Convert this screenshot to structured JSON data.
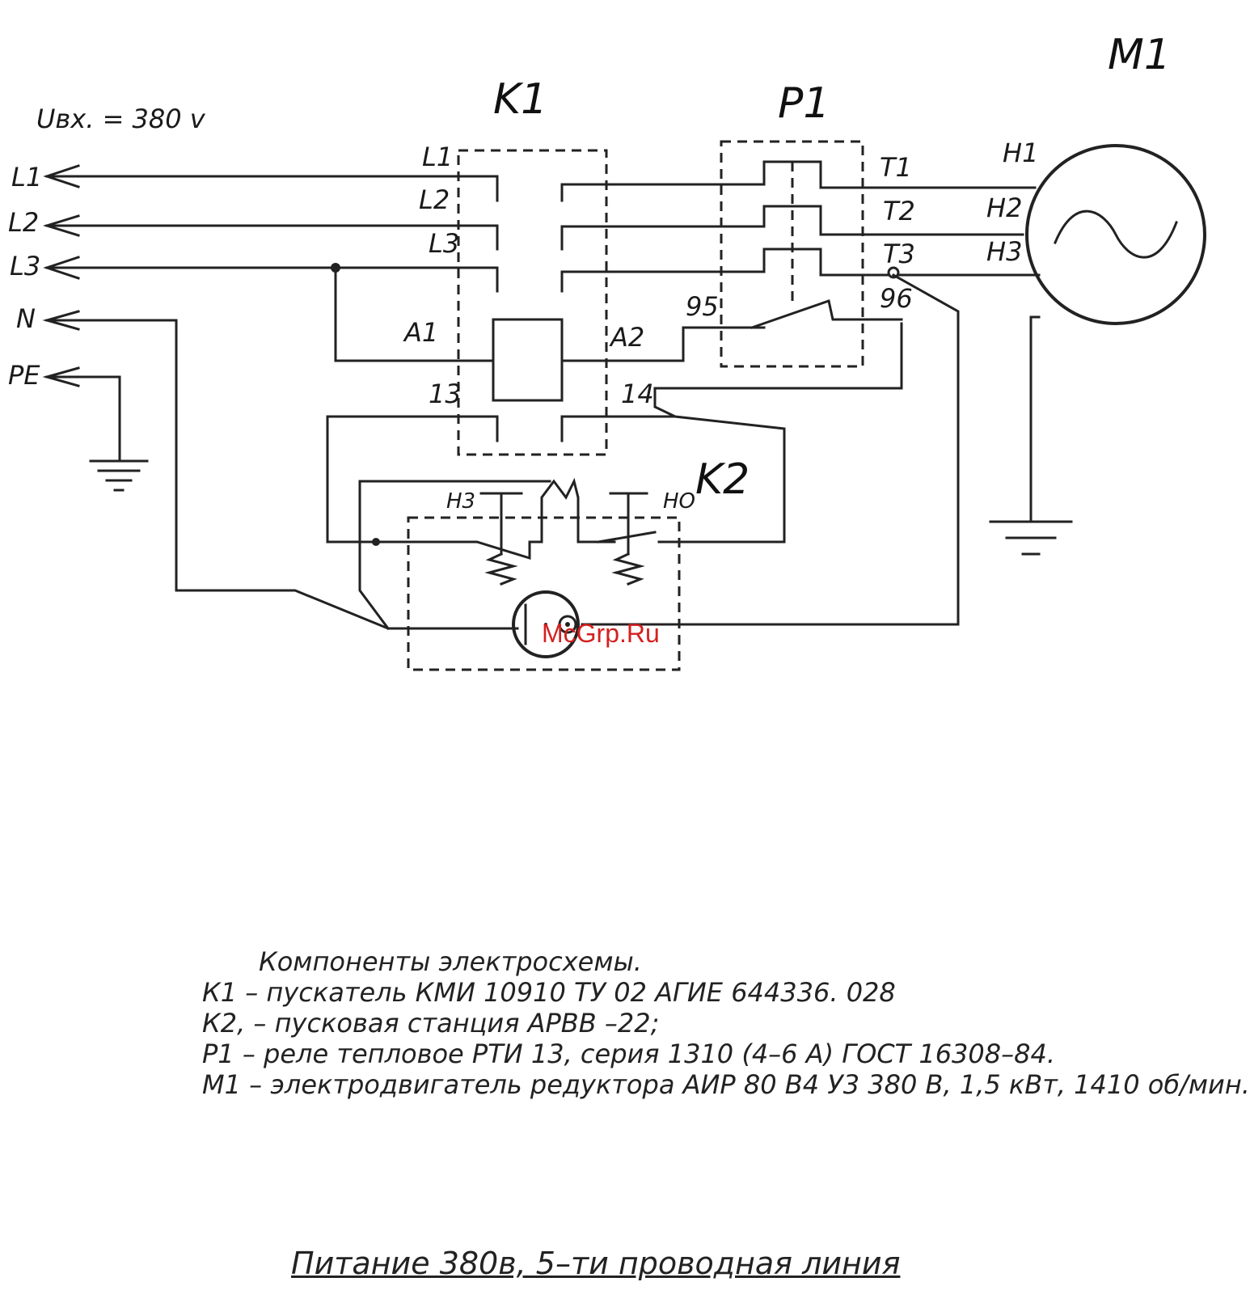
{
  "diagram": {
    "input_voltage": "Uвх. = 380 v",
    "terminals": {
      "l1": "L1",
      "l2": "L2",
      "l3": "L3",
      "n": "N",
      "pe": "PE"
    },
    "k1": {
      "title": "K1",
      "l1": "L1",
      "l2": "L2",
      "l3": "L3",
      "a1": "A1",
      "a2": "A2",
      "c13": "13",
      "c14": "14"
    },
    "p1": {
      "title": "P1",
      "t1": "T1",
      "t2": "T2",
      "t3": "T3",
      "c95": "95",
      "c96": "96"
    },
    "m1": {
      "title": "M1",
      "h1": "H1",
      "h2": "H2",
      "h3": "H3"
    },
    "k2": {
      "title": "K2",
      "nc": "H3",
      "no": "HO"
    }
  },
  "legend": {
    "heading": "Компоненты электросхемы.",
    "items": [
      "К1 – пускатель  КМИ 10910  ТУ 02 АГИЕ 644336. 028",
      "К2,  – пусковая станция АРВВ –22;",
      "Р1 – реле тепловое РТИ 13,  серия  1310 (4–6 А) ГОСТ 16308–84.",
      "М1 – электродвигатель редуктора АИР 80 В4 У3 380 В, 1,5 кВт, 1410 об/мин."
    ]
  },
  "footer": {
    "caption": "Питание 380в, 5–ти проводная линия"
  },
  "watermark": {
    "text": "McGrp.Ru",
    "color": "#d42020"
  }
}
